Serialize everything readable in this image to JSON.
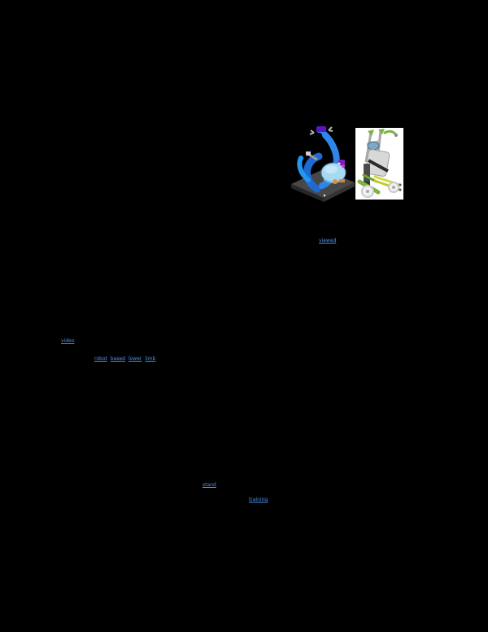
{
  "page": {
    "background_color": "#000000",
    "link_color": "#4a94f0"
  },
  "figures": {
    "left": {
      "name": "sit-to-stand-trainer-cad-render",
      "colors": {
        "arm_blue": "#2f86e8",
        "arm_blue_dark": "#1e6ad1",
        "body_light_blue": "#a6d9f2",
        "platform_gray": "#474747",
        "platform_edge": "#262626",
        "accent_purple": "#5b16c2",
        "accent_magenta": "#d339d3",
        "accent_orange": "#e09030",
        "handle_gray": "#b5b5b5"
      }
    },
    "right": {
      "name": "mobile-stander-product-render",
      "background": "#ffffff",
      "colors": {
        "frame_green": "#7cb342",
        "rail_yellow": "#cddc39",
        "rail_yellow_dark": "#c0ca33",
        "pad_gray": "#d8d8d8",
        "post_gray": "#a8a8a8",
        "cushion_blue_gray": "#7fa8c2",
        "column_dark": "#4a4a4a",
        "wheel_white": "#f2f2f2"
      }
    }
  },
  "links": {
    "caption_link": {
      "label": "viewed"
    },
    "body_link": {
      "label": "video"
    },
    "inline_links": [
      {
        "label": "robot"
      },
      {
        "label": "based"
      },
      {
        "label": "lower"
      },
      {
        "label": "limb"
      }
    ],
    "footer_link_1": {
      "label": "stand"
    },
    "footer_link_2": {
      "label": "training"
    }
  }
}
